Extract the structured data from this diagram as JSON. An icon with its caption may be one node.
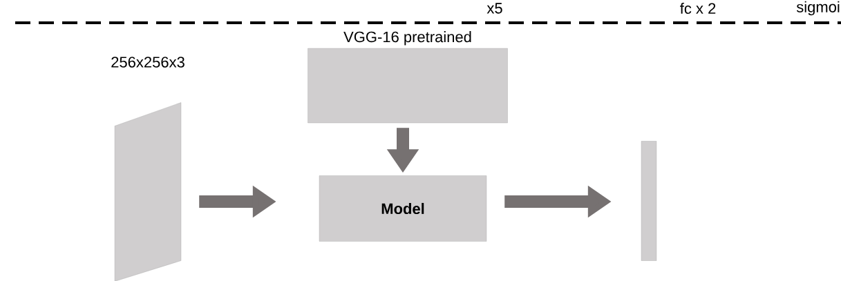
{
  "diagram": {
    "nodes": [
      {
        "text": [],
        "shape": "parallelogram",
        "beside": [
          "256x256x3"
        ]
      },
      {
        "text": [
          "VGG-16 pretrained"
        ]
      },
      {
        "text": [
          "Model"
        ]
      },
      {
        "text": [],
        "shape": "bar"
      }
    ],
    "edges": [
      {
        "from": 0,
        "to": 2,
        "arrow": "to"
      },
      {
        "from": 1,
        "to": 2,
        "arrow": "to"
      },
      {
        "from": 2,
        "to": 3,
        "arrow": "to"
      }
    ],
    "labels": [
      "x5",
      "fc x 2",
      "sigmoi"
    ]
  }
}
